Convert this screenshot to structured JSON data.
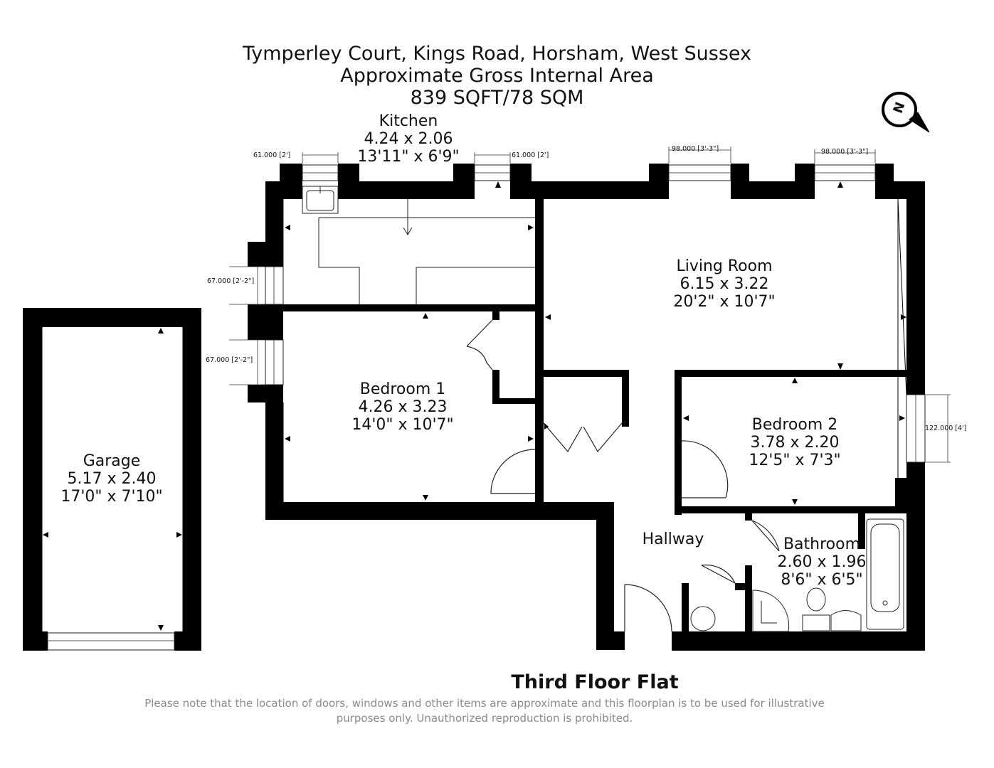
{
  "header": {
    "address": "Tymperley Court, Kings Road, Horsham, West Sussex",
    "area_label": "Approximate Gross Internal Area",
    "area_value": "839 SQFT/78 SQM"
  },
  "rooms": {
    "kitchen": {
      "name": "Kitchen",
      "metric": "4.24 x 2.06",
      "imperial": "13'11\" x 6'9\""
    },
    "living_room": {
      "name": "Living Room",
      "metric": "6.15 x 3.22",
      "imperial": "20'2\" x 10'7\""
    },
    "bedroom_1": {
      "name": "Bedroom 1",
      "metric": "4.26 x 3.23",
      "imperial": "14'0\" x 10'7\""
    },
    "bedroom_2": {
      "name": "Bedroom 2",
      "metric": "3.78 x 2.20",
      "imperial": "12'5\" x 7'3\""
    },
    "garage": {
      "name": "Garage",
      "metric": "5.17 x 2.40",
      "imperial": "17'0\" x 7'10\""
    },
    "hallway": {
      "name": "Hallway"
    },
    "bathroom": {
      "name": "Bathroom",
      "metric": "2.60 x 1.96",
      "imperial": "8'6\" x 6'5\""
    }
  },
  "window_dims": {
    "kitchen_left": "61.000 [2']",
    "kitchen_right": "61.000 [2']",
    "living_left": "98.000 [3'-3\"]",
    "living_right": "98.000 [3'-3\"]",
    "west_upper": "67.000 [2'-2\"]",
    "west_lower": "67.000 [2'-2\"]",
    "bedroom2_east": "122.000 [4']"
  },
  "compass": {
    "letter": "N"
  },
  "footer": {
    "title": "Third Floor Flat",
    "disclaimer": "Please note that the location of doors, windows and other items are approximate and this floorplan is to be used for illustrative purposes only. Unauthorized reproduction is prohibited."
  }
}
